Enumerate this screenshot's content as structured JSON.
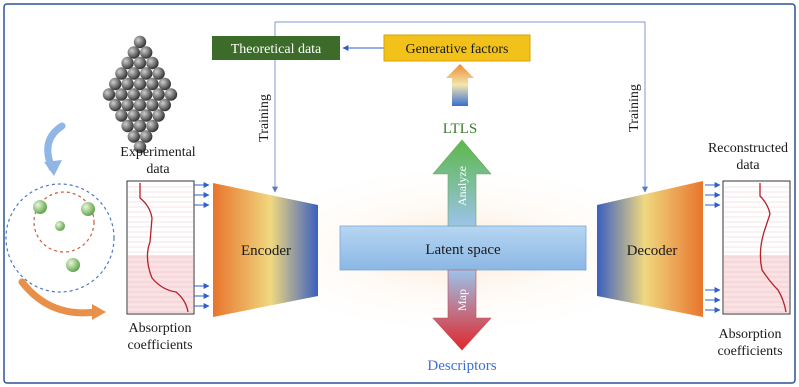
{
  "labels": {
    "theoretical_data": "Theoretical data",
    "generative_factors": "Generative factors",
    "ltls": "LTLS",
    "training_left": "Training",
    "training_right": "Training",
    "experimental_data_1": "Experimental",
    "experimental_data_2": "data",
    "reconstructed_data_1": "Reconstructed",
    "reconstructed_data_2": "data",
    "encoder": "Encoder",
    "decoder": "Decoder",
    "latent_space": "Latent space",
    "analyze": "Analyze",
    "map": "Map",
    "descriptors": "Descriptors",
    "absorption_left_1": "Absorption",
    "absorption_left_2": "coefficients",
    "absorption_right_1": "Absorption",
    "absorption_right_2": "coefficients"
  },
  "colors": {
    "frame": "#2f5496",
    "theoretical_box": "#3d6b2a",
    "generative_box": "#f2c21a",
    "ltls_text": "#3a7d2c",
    "descriptors_text": "#3d6fd6",
    "analyze_arrow": "#7cc56a",
    "map_arrow": "#e03a3a",
    "latent_box": "#9ec6ea",
    "curve": "#b3222a"
  }
}
